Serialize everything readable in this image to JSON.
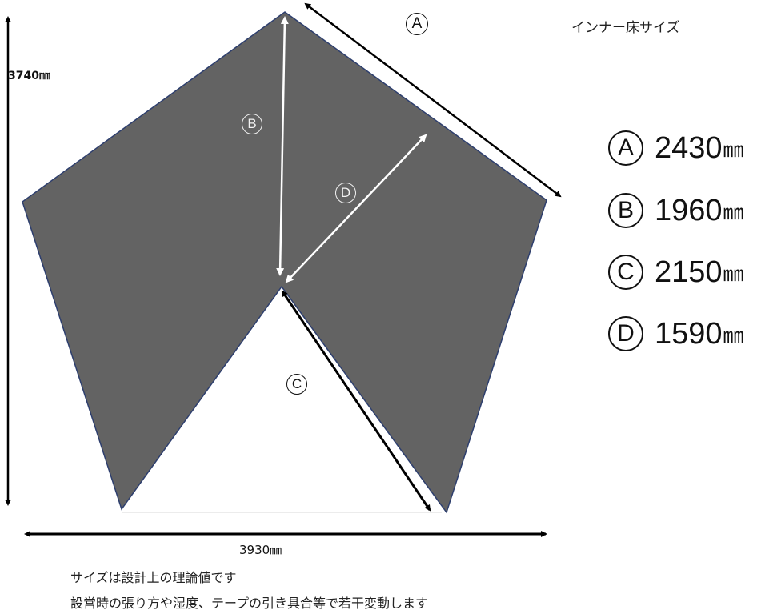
{
  "title": "インナー床サイズ",
  "overall": {
    "height_label": "3740㎜",
    "width_label": "3930㎜"
  },
  "diagram_labels": {
    "a": "A",
    "b": "B",
    "c": "C",
    "d": "D"
  },
  "legend": [
    {
      "key": "A",
      "value": "2430",
      "unit": "㎜"
    },
    {
      "key": "B",
      "value": "1960",
      "unit": "㎜"
    },
    {
      "key": "C",
      "value": "2150",
      "unit": "㎜"
    },
    {
      "key": "D",
      "value": "1590",
      "unit": "㎜"
    }
  ],
  "notes": [
    "サイズは設計上の理論値です",
    "設営時の張り方や湿度、テープの引き具合等で若干変動します"
  ],
  "colors": {
    "floor_fill": "#636363",
    "floor_edge": "#2e3f6e",
    "arrow_dark": "#000000",
    "arrow_light": "#ffffff"
  }
}
